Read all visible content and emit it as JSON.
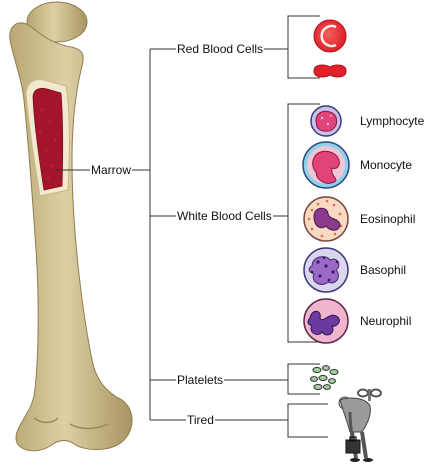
{
  "labels": {
    "marrow": "Marrow",
    "red_blood_cells": "Red Blood Cells",
    "white_blood_cells": "White Blood Cells",
    "platelets": "Platelets",
    "tired": "Tired"
  },
  "white_cells": {
    "lymphocyte": "Lymphocyte",
    "monocyte": "Monocyte",
    "eosinophil": "Eosinophil",
    "basophil": "Basophil",
    "neurophil": "Neurophil"
  },
  "colors": {
    "bone": "#d8c89a",
    "bone_shadow": "#b8a878",
    "marrow": "#a4152b",
    "red_cell": "#e0202a",
    "line": "#333333"
  }
}
